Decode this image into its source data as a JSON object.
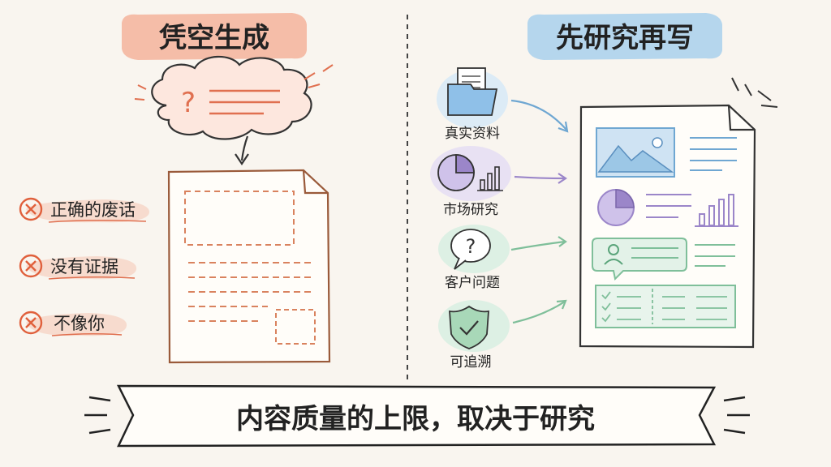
{
  "left": {
    "title": "凭空生成",
    "problems": [
      "正确的废话",
      "没有证据",
      "不像你"
    ]
  },
  "right": {
    "title": "先研究再写",
    "sources": [
      {
        "label": "真实资料",
        "icon": "folder-documents-icon"
      },
      {
        "label": "市场研究",
        "icon": "pie-bar-chart-icon"
      },
      {
        "label": "客户问题",
        "icon": "question-bubble-icon"
      },
      {
        "label": "可追溯",
        "icon": "shield-check-icon"
      }
    ]
  },
  "banner": {
    "text": "内容质量的上限，取决于研究"
  },
  "colors": {
    "left_accent": "#e98a6a",
    "right_accent": "#9cc7e6",
    "x_mark": "#e0603c",
    "purple": "#9b86c9",
    "green": "#7fbf9a",
    "blue": "#6fa7d2"
  }
}
